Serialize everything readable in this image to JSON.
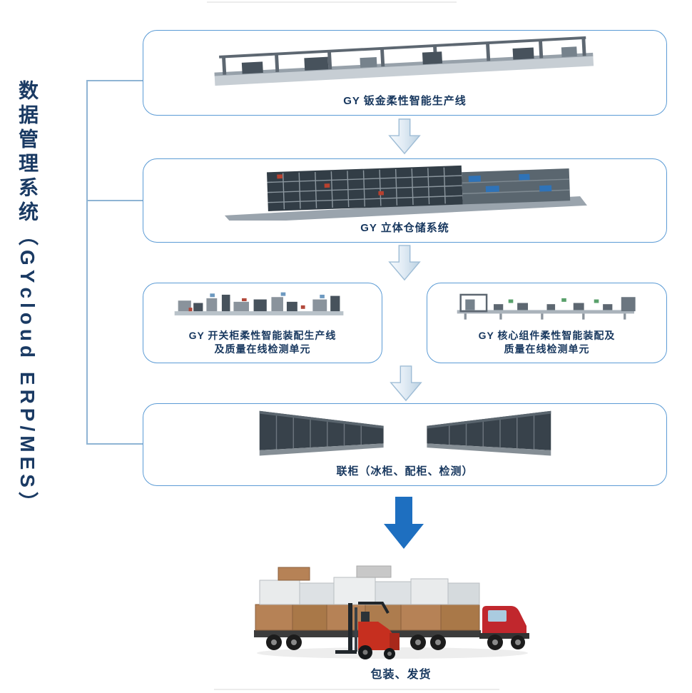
{
  "colors": {
    "box_border": "#5b9bd5",
    "label_text": "#17375e",
    "connector_line": "#8fb4d4",
    "solid_arrow_blue": "#1e6fc0",
    "truck_red": "#c1272d"
  },
  "left_panel": {
    "system_label": "数据管理系统（GYcloud ERP/MES）"
  },
  "flow": {
    "station1": {
      "label": "GY 钣金柔性智能生产线",
      "image": "sheet-metal-flexible-smart-production-line"
    },
    "station2": {
      "label": "GY 立体仓储系统",
      "image": "stereoscopic-warehouse-system"
    },
    "station3a": {
      "label_line1": "GY 开关柜柔性智能装配生产线",
      "label_line2": "及质量在线检测单元",
      "image": "switchgear-flexible-assembly-line"
    },
    "station3b": {
      "label_line1": "GY 核心组件柔性智能装配及",
      "label_line2": "质量在线检测单元",
      "image": "core-component-flexible-assembly-line"
    },
    "station4": {
      "label": "联柜（冰柜、配柜、检测）",
      "image": "combined-cabinets-inspection"
    },
    "shipping": {
      "label": "包装、发货",
      "image": "packing-truck-and-forklift"
    }
  }
}
